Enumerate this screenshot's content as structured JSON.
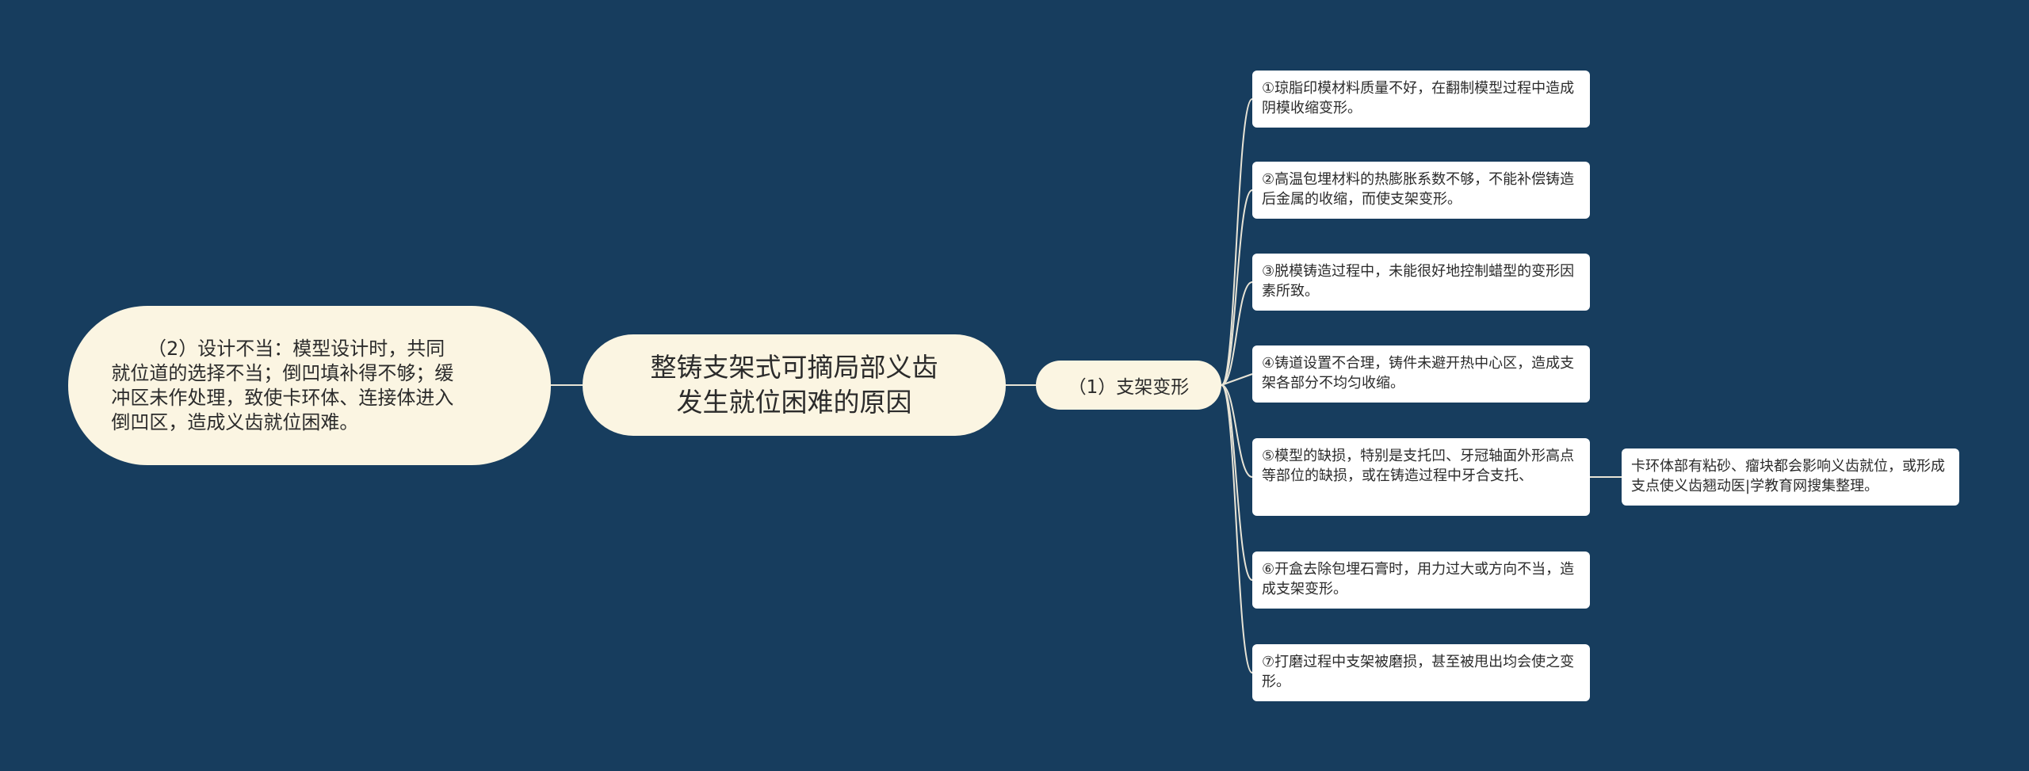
{
  "root": {
    "title_line1": "整铸支架式可摘局部义齿",
    "title_line2": "发生就位困难的原因"
  },
  "left_branch": {
    "text": "（2）设计不当：模型设计时，共同就位道的选择不当；倒凹填补得不够；缓冲区未作处理，致使卡环体、连接体进入倒凹区，造成义齿就位困难。"
  },
  "right_branch": {
    "label": "（1）支架变形",
    "items": [
      "①琼脂印模材料质量不好，在翻制模型过程中造成阴模收缩变形。",
      "②高温包埋材料的热膨胀系数不够，不能补偿铸造后金属的收缩，而使支架变形。",
      "③脱模铸造过程中，未能很好地控制蜡型的变形因素所致。",
      "④铸道设置不合理，铸件未避开热中心区，造成支架各部分不均匀收缩。",
      "⑤模型的缺损，特别是支托凹、牙冠轴面外形高点等部位的缺损，或在铸造过程中牙合支托、",
      "⑥开盒去除包埋石膏时，用力过大或方向不当，造成支架变形。",
      "⑦打磨过程中支架被磨损，甚至被甩出均会使之变形。"
    ],
    "sub_item": "卡环体部有粘砂、瘤块都会影响义齿就位，或形成支点使义齿翘动医|学教育网搜集整理。"
  },
  "colors": {
    "background": "#173d5e",
    "pill": "#fbf5e2",
    "leaf": "#ffffff",
    "connector": "#e8e4d6"
  }
}
